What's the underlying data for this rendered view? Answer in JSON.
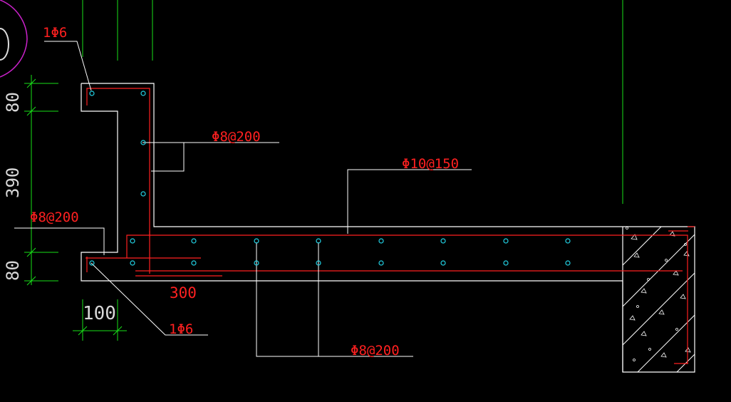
{
  "colors": {
    "background": "#000000",
    "outline": "#ffffff",
    "rebar": "#ff2020",
    "dimension": "#19e019",
    "dot": "#22d3e6",
    "arc": "#cc22cc",
    "label": "#ff2020",
    "dim_text": "#d8d8d8"
  },
  "labels": {
    "top_bar": "1Φ6",
    "vertical_stirrup": "Φ8@200",
    "slab_top": "Φ10@150",
    "left_stirrup": "Φ8@200",
    "bottom_bar": "1Φ6",
    "slab_bottom": "Φ8@200",
    "length": "300"
  },
  "dimensions": {
    "top": "80",
    "middle": "390",
    "bottom": "80",
    "width": "100"
  },
  "dots": {
    "vertical": 3,
    "slab_top_row": 8,
    "slab_bottom_row": 8
  }
}
